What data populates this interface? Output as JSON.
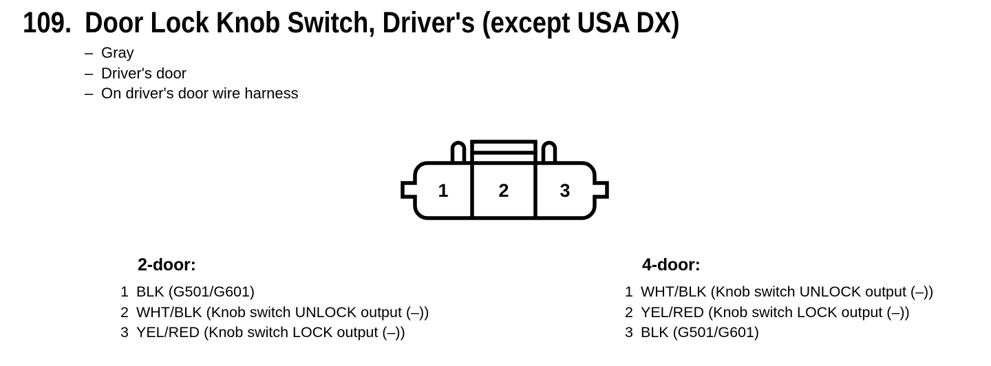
{
  "page": {
    "item_number": "109.",
    "title": "Door Lock Knob Switch, Driver's (except USA DX)",
    "bullet_dash": "–",
    "bullets": [
      "Gray",
      "Driver's door",
      "On driver's door wire harness"
    ]
  },
  "connector": {
    "description": "3-cavity connector, front view, locking tab on top",
    "pins": [
      "1",
      "2",
      "3"
    ]
  },
  "pinouts": {
    "left": {
      "heading": "2-door:",
      "rows": [
        {
          "pin": "1",
          "desc": "BLK (G501/G601)"
        },
        {
          "pin": "2",
          "desc": "WHT/BLK (Knob switch UNLOCK output (–))"
        },
        {
          "pin": "3",
          "desc": "YEL/RED (Knob switch LOCK output (–))"
        }
      ]
    },
    "right": {
      "heading": "4-door:",
      "rows": [
        {
          "pin": "1",
          "desc": "WHT/BLK (Knob switch UNLOCK output (–))"
        },
        {
          "pin": "2",
          "desc": "YEL/RED (Knob switch LOCK output (–))"
        },
        {
          "pin": "3",
          "desc": "BLK (G501/G601)"
        }
      ]
    }
  },
  "colors": {
    "ink": "#000000",
    "paper": "#ffffff"
  }
}
